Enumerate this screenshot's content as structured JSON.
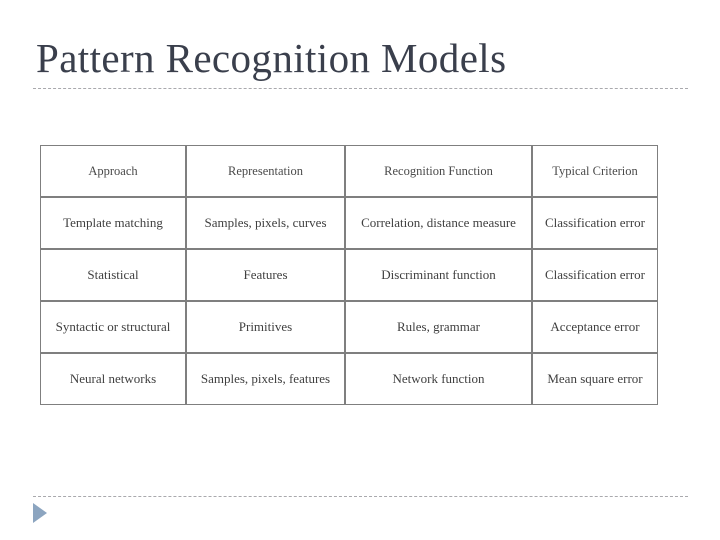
{
  "slide": {
    "title": "Pattern Recognition Models",
    "background_color": "#ffffff",
    "title_color": "#3a3f4c",
    "rule_color": "#a9a9ad",
    "marker_color": "#8ca5c0"
  },
  "table": {
    "headers": [
      "Approach",
      "Representation",
      "Recognition Function",
      "Typical Criterion"
    ],
    "rows": [
      [
        "Template matching",
        "Samples, pixels, curves",
        "Correlation, distance measure",
        "Classification error"
      ],
      [
        "Statistical",
        "Features",
        "Discriminant function",
        "Classification error"
      ],
      [
        "Syntactic or structural",
        "Primitives",
        "Rules, grammar",
        "Acceptance error"
      ],
      [
        "Neural networks",
        "Samples, pixels, features",
        "Network function",
        "Mean square error"
      ]
    ]
  },
  "footer": {
    "marker_icon": "play-triangle-icon"
  }
}
